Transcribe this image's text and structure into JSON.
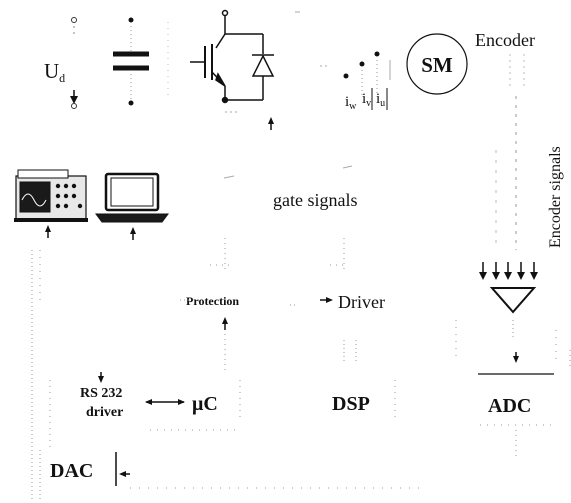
{
  "labels": {
    "ud_main": "U",
    "ud_sub": "d",
    "motor": "SM",
    "encoder": "Encoder",
    "encoder_signals": "Encoder signals",
    "gate_signals": "gate signals",
    "current_w_main": "i",
    "current_w_sub": "w",
    "current_v_main": "i",
    "current_v_sub": "v",
    "current_u_main": "i",
    "current_u_sub": "u",
    "protection": "Protection",
    "driver": "Driver",
    "rs232_line1": "RS 232",
    "rs232_line2": "driver",
    "microcontroller": "μC",
    "dsp": "DSP",
    "adc": "ADC",
    "dac": "DAC"
  },
  "colors": {
    "ink": "#111111",
    "faint_ink": "#6a6a6a",
    "background": "#ffffff",
    "scope_body": "#e8e8e8",
    "screen": "#1a1a1a"
  },
  "icons": {
    "oscilloscope": "oscilloscope-icon",
    "laptop": "laptop-icon",
    "capacitor": "capacitor-symbol",
    "igbt": "igbt-symbol",
    "diode": "diode-symbol",
    "amplifier": "amplifier-triangle"
  }
}
